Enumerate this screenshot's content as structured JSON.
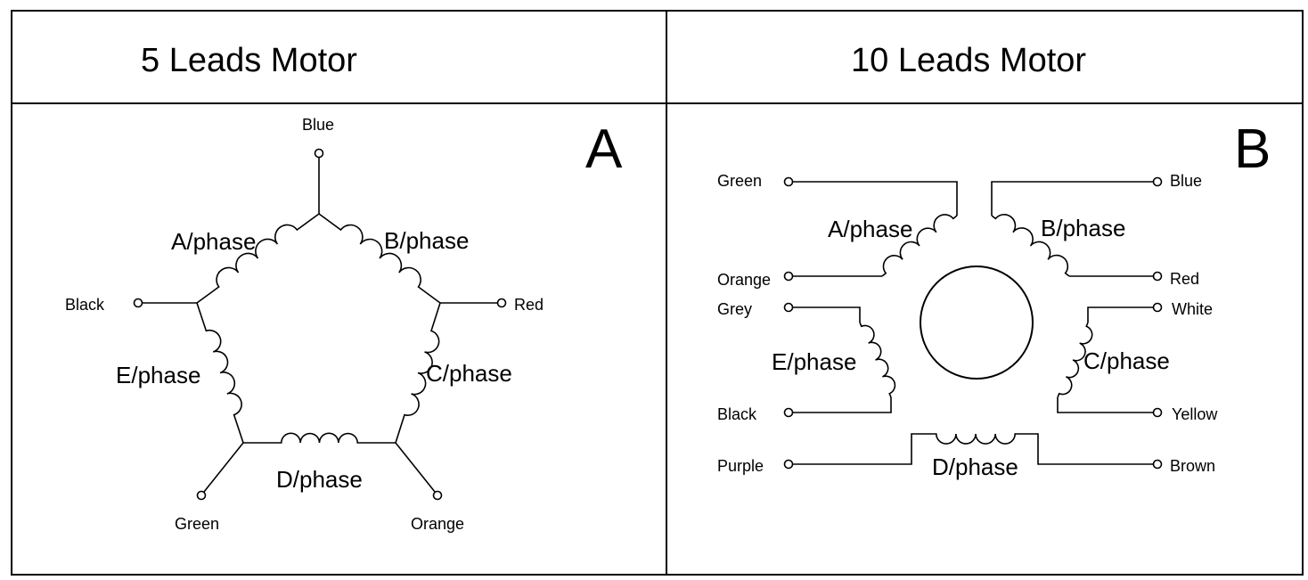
{
  "panels": {
    "a": {
      "title": "5 Leads Motor",
      "letter": "A",
      "phases": {
        "a": "A/phase",
        "b": "B/phase",
        "c": "C/phase",
        "d": "D/phase",
        "e": "E/phase"
      },
      "leads": {
        "top": "Blue",
        "left": "Black",
        "right": "Red",
        "bottom_left": "Green",
        "bottom_right": "Orange"
      }
    },
    "b": {
      "title": "10 Leads Motor",
      "letter": "B",
      "phases": {
        "a": "A/phase",
        "b": "B/phase",
        "c": "C/phase",
        "d": "D/phase",
        "e": "E/phase"
      },
      "leads": {
        "green": "Green",
        "orange": "Orange",
        "blue": "Blue",
        "red": "Red",
        "grey": "Grey",
        "black": "Black",
        "white": "White",
        "yellow": "Yellow",
        "purple": "Purple",
        "brown": "Brown"
      }
    }
  }
}
